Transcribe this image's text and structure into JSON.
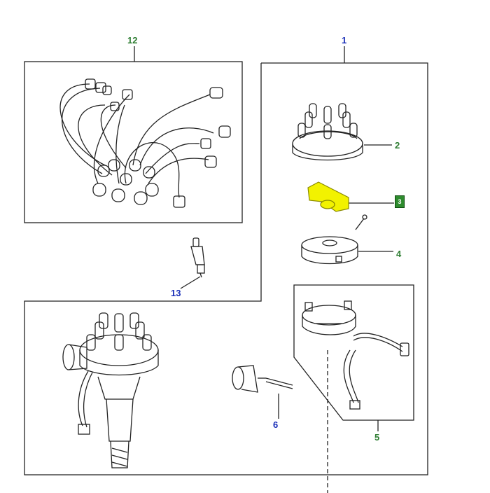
{
  "callouts": {
    "c12": "12",
    "c1": "1",
    "c2": "2",
    "c3": "3",
    "c4": "4",
    "c13": "13",
    "c6": "6",
    "c5": "5"
  },
  "colors": {
    "green_label": "#2e7d32",
    "blue_label": "#1a2fb8",
    "highlight": "#f2f200",
    "line": "#222222"
  },
  "icons": {
    "badge": "selected-part-badge"
  }
}
